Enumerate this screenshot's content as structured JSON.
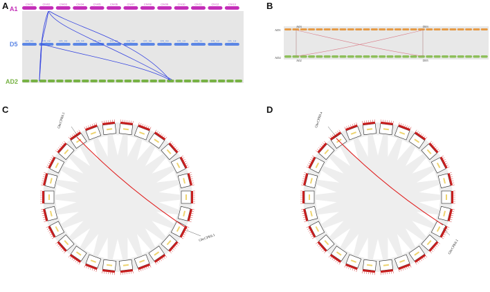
{
  "panels": {
    "a": "A",
    "b": "B",
    "c": "C",
    "d": "D"
  },
  "panel_a": {
    "tracks": [
      {
        "name": "A1",
        "color": "#c42fb8",
        "chromosomes": [
          "Chr01",
          "Chr02",
          "Chr03",
          "Chr04",
          "Chr05",
          "Chr06",
          "Chr07",
          "Chr08",
          "Chr09",
          "Chr10",
          "Chr11",
          "Chr12",
          "Chr13"
        ]
      },
      {
        "name": "D5",
        "color": "#5b86e5",
        "chromosomes": [
          "D5_01",
          "D5_02",
          "D5_03",
          "D5_04",
          "D5_05",
          "D5_06",
          "D5_07",
          "D5_08",
          "D5_09",
          "D5_10",
          "D5_11",
          "D5_12",
          "D5_13"
        ]
      },
      {
        "name": "AD2",
        "color": "#77b244",
        "chromosomes": []
      }
    ],
    "link_color": "#2f3fe0",
    "band_color": "#e4e4e4"
  },
  "panel_b": {
    "tracks": [
      {
        "name": "AD1",
        "color": "#e69a45"
      },
      {
        "name": "AD2",
        "color": "#8dbf5a"
      }
    ],
    "markers": {
      "a_top": "A03",
      "d_top": "D03",
      "a_bottom": "A02",
      "d_bottom": "D05"
    },
    "link_color": "#d97a86"
  },
  "panel_c": {
    "gene_start": "GhcCPK6.1",
    "gene_end": "GhcCPK6.1",
    "link_color": "#e02020"
  },
  "panel_d": {
    "gene_start": "GbcCPK6.a",
    "gene_end": "GbcCPK6.1",
    "link_color": "#e02020"
  }
}
